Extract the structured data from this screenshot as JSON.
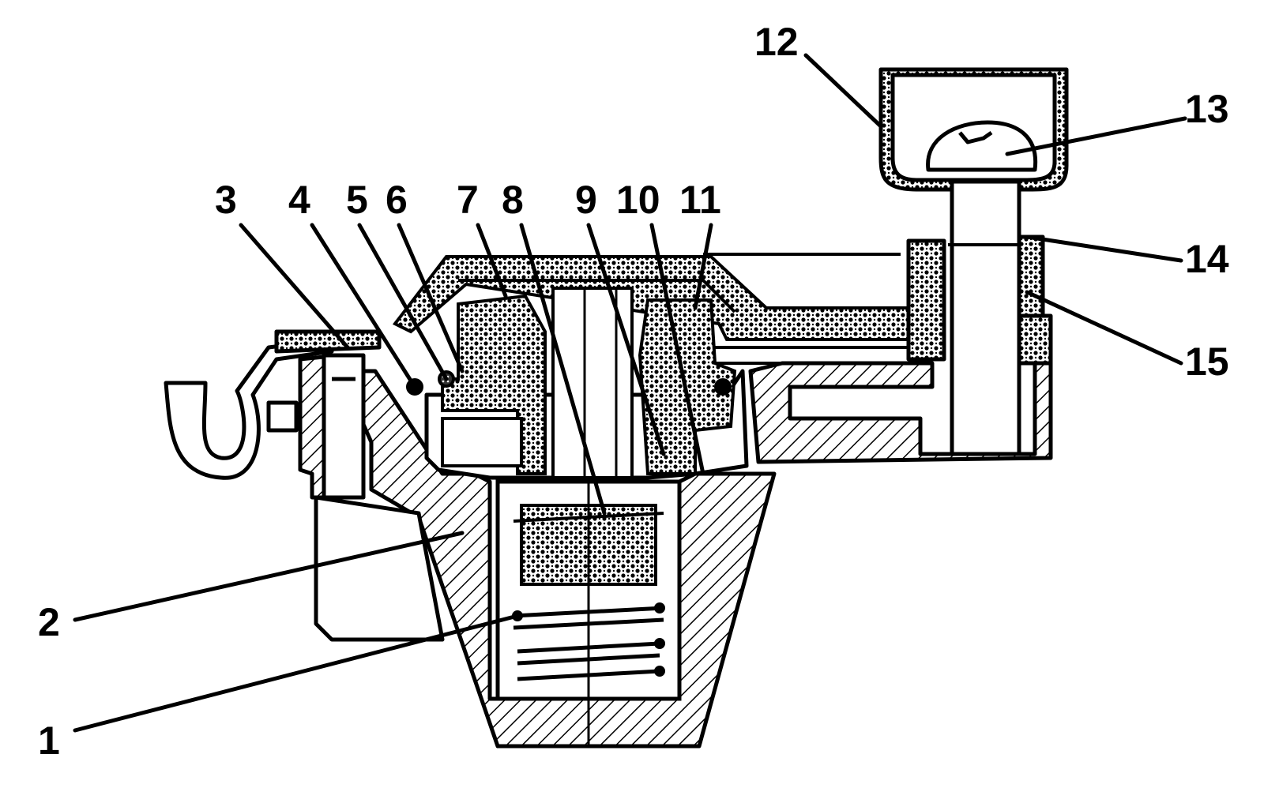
{
  "diagram": {
    "labels": [
      "1",
      "2",
      "3",
      "4",
      "5",
      "6",
      "7",
      "8",
      "9",
      "10",
      "11",
      "12",
      "13",
      "14",
      "15"
    ],
    "colors": {
      "ink": "#000000",
      "paper": "#ffffff"
    },
    "hatch_styles": {
      "metal": "diagonal-hatch",
      "rubber": "crosshatch-dots"
    }
  }
}
